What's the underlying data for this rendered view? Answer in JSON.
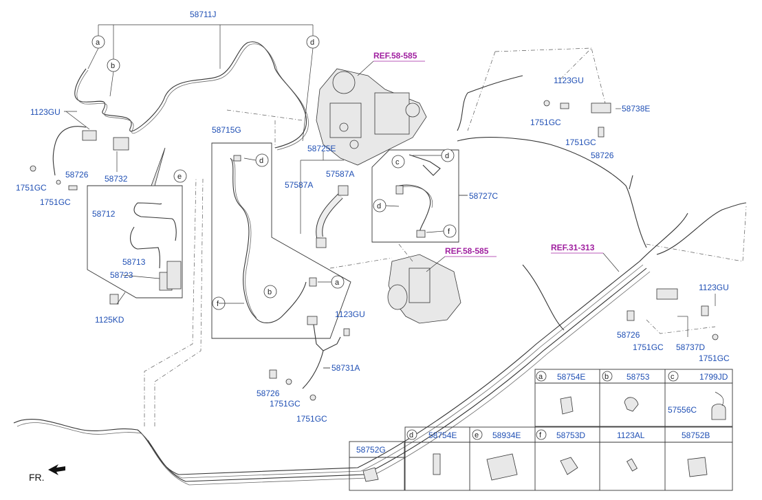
{
  "part_labels": {
    "p58711J": "58711J",
    "p1123GU_a": "1123GU",
    "p1751GC_a": "1751GC",
    "p1751GC_b": "1751GC",
    "p58726_a": "58726",
    "p58732": "58732",
    "p58712": "58712",
    "p58713": "58713",
    "p58723": "58723",
    "p1125KD": "1125KD",
    "p58715G": "58715G",
    "p58725E": "58725E",
    "p57587A_a": "57587A",
    "p57587A_b": "57587A",
    "p58727C": "58727C",
    "p1123GU_b": "1123GU",
    "p58731A": "58731A",
    "p58726_b": "58726",
    "p1751GC_c": "1751GC",
    "p1751GC_d": "1751GC",
    "p1123GU_c": "1123GU",
    "p58738E": "58738E",
    "p1751GC_e": "1751GC",
    "p1751GC_f": "1751GC",
    "p58726_c": "58726",
    "p1123GU_d": "1123GU",
    "p58726_d": "58726",
    "p1751GC_g": "1751GC",
    "p58737D": "58737D",
    "p1751GC_h": "1751GC"
  },
  "references": {
    "ref1": "REF.58-585",
    "ref2": "REF.58-585",
    "ref3": "REF.31-313"
  },
  "callouts": {
    "a1": "a",
    "b1": "b",
    "d1": "d",
    "e1": "e",
    "d2": "d",
    "b2": "b",
    "f2": "f",
    "a2": "a",
    "c3": "c",
    "d3": "d",
    "d4": "d",
    "f3": "f"
  },
  "legend_top": [
    {
      "letter": "a",
      "part": "58754E"
    },
    {
      "letter": "b",
      "part": "58753"
    },
    {
      "letter": "c",
      "part": "1799JD",
      "sub_part": "57556C"
    }
  ],
  "legend_bottom": [
    {
      "letter": "d",
      "part": "58754E"
    },
    {
      "letter": "e",
      "part": "58934E"
    },
    {
      "letter": "f",
      "part": "58753D"
    },
    {
      "letter": "",
      "part": "1123AL"
    },
    {
      "letter": "",
      "part": "58752B"
    }
  ],
  "legend_single": {
    "part": "58752G"
  },
  "front_indicator": "FR."
}
